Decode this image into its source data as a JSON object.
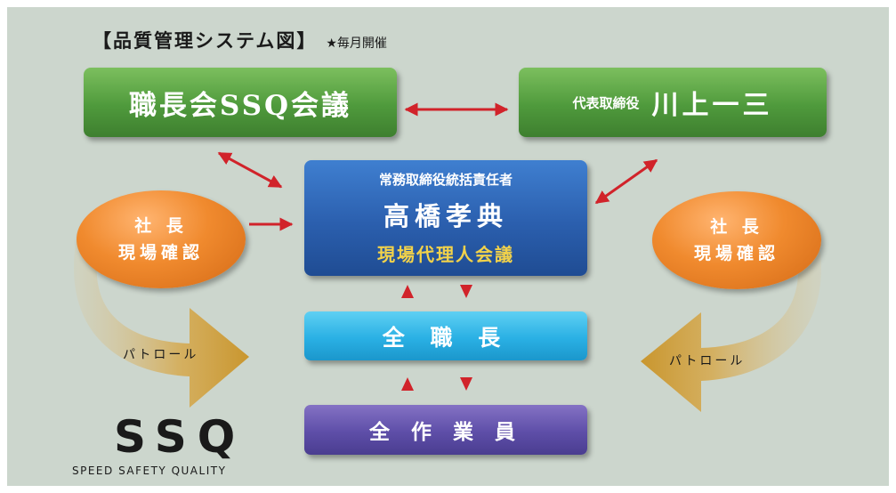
{
  "header": {
    "title": "【品質管理システム図】",
    "note": "★毎月開催"
  },
  "boxes": {
    "ssq_meeting": "職長会SSQ会議",
    "president_role": "代表取締役",
    "president_name": "川上一三",
    "central_role": "常務取締役統括責任者",
    "central_name": "高橋孝典",
    "central_meeting": "現場代理人会議",
    "all_foremen": "全 職 長",
    "all_workers": "全 作 業 員"
  },
  "ellipses": {
    "left_line1": "社 長",
    "left_line2": "現場確認",
    "right_line1": "社 長",
    "right_line2": "現場確認"
  },
  "patrol": {
    "left_label": "パトロール",
    "right_label": "パトロール"
  },
  "logo": {
    "text": "SSQ",
    "tagline": "SPEED SAFETY QUALITY"
  },
  "colors": {
    "background": "#ccd6cd",
    "green_box": "#4f9a3c",
    "blue_box": "#2b5fae",
    "cyan_box": "#2ab0e4",
    "purple_box": "#5e4ea8",
    "orange_ellipse": "#f08a2e",
    "red_arrow": "#d1232a",
    "patrol_arrow": "#c9a04a",
    "meeting_text": "#f2d24a"
  }
}
